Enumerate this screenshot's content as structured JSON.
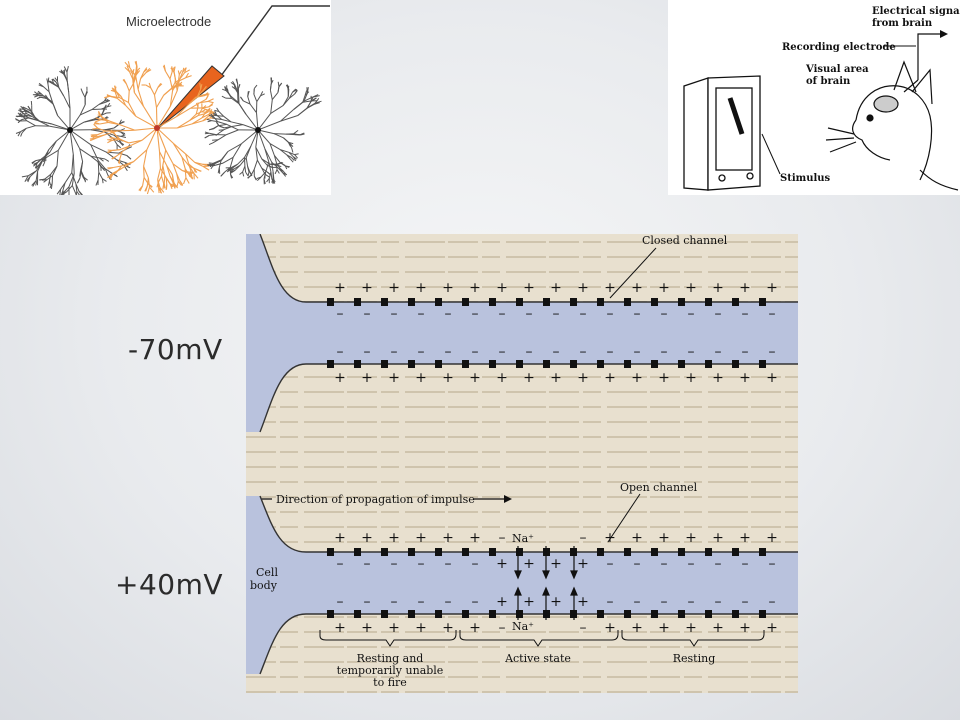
{
  "labels": {
    "resting_potential": "-70mV",
    "action_potential": "+40mV"
  },
  "micro_panel": {
    "title": "Microelectrode"
  },
  "cat_panel": {
    "signal": [
      "Electrical signal",
      "from brain"
    ],
    "recording": "Recording electrode",
    "visual_area": [
      "Visual area",
      "of brain"
    ],
    "stimulus": "Stimulus"
  },
  "axon_panel": {
    "closed_channel": "Closed channel",
    "open_channel": "Open channel",
    "direction": "Direction of propagation of impulse",
    "cell_body": [
      "Cell",
      "body"
    ],
    "ion_top": "Na⁺",
    "ion_bottom": "Na⁺",
    "resting_fire": [
      "Resting and",
      "temporarily unable",
      "to fire"
    ],
    "active_state": "Active state",
    "resting": "Resting"
  },
  "colors": {
    "neuron_highlight": "#f0a050",
    "neuron_gray": "#555555",
    "electrode": "#e8641e",
    "axon_fill": "#b9c2dd",
    "page_tint": "#e8e0cf"
  }
}
